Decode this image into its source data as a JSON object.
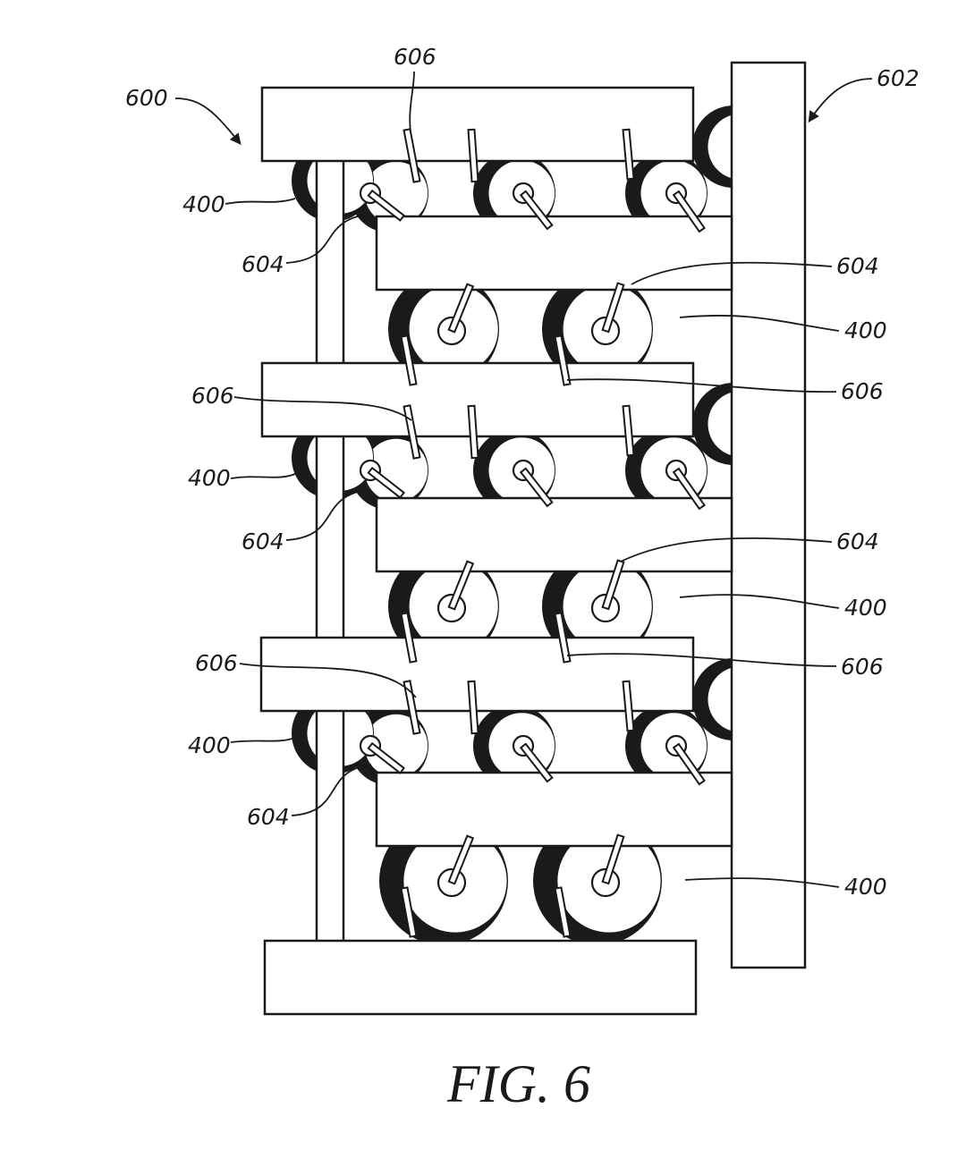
{
  "figure": {
    "caption": "FIG. 6",
    "labels": {
      "l600": "600",
      "l602": "602",
      "l606_top": "606",
      "l400_a": "400",
      "l604_a": "604",
      "l604_b": "604",
      "l400_b": "400",
      "l606_a": "606",
      "l606_b": "606",
      "l400_c": "400",
      "l604_c": "604",
      "l604_d": "604",
      "l400_d": "400",
      "l606_c": "606",
      "l606_d": "606",
      "l400_e": "400",
      "l604_e": "604",
      "l400_f": "400"
    }
  },
  "colors": {
    "ink": "#1a1a1a",
    "paper": "#ffffff"
  }
}
